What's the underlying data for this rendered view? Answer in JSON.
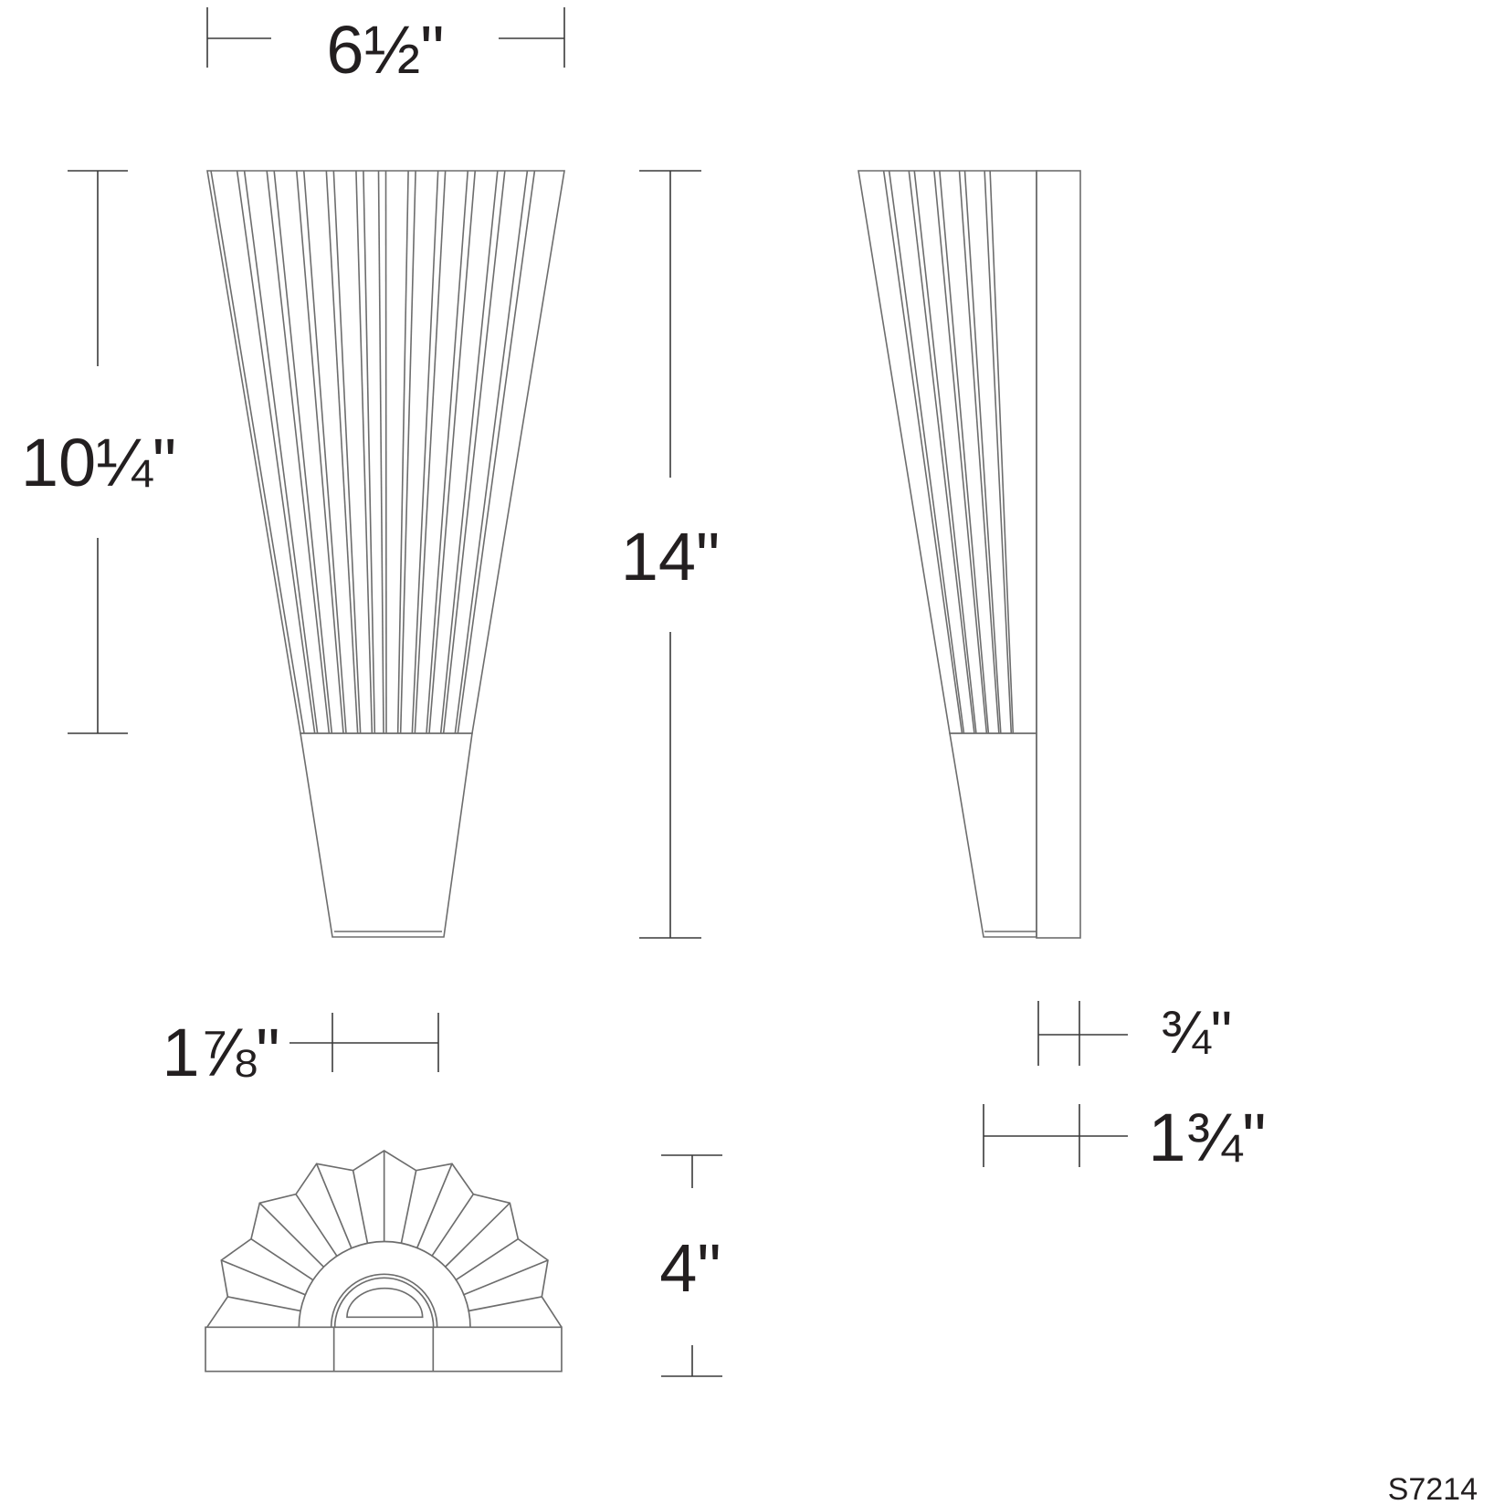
{
  "dimensions": {
    "width_top": "6½\"",
    "shade_height": "10¼\"",
    "overall_height": "14\"",
    "base_width": "1⅞\"",
    "plate_depth": "¾\"",
    "overall_depth": "1¾\"",
    "bottom_view_depth": "4\""
  },
  "model_code": "S7214",
  "colors": {
    "drawing_line": "#6d6d6d",
    "dimension_line": "#3a3a3a",
    "text": "#231f20"
  }
}
